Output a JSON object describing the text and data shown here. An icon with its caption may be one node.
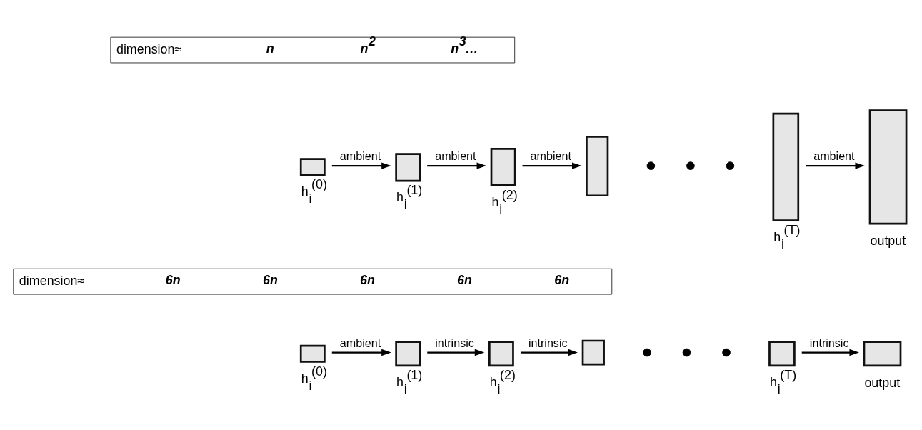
{
  "diagram": {
    "nodes": [
      {
        "text": [
          "dimension≈",
          "n",
          "n$^{2}$",
          "n$^{3}$…"
        ]
      },
      {
        "text": [],
        "shape": "box",
        "beside": [
          "h$_{i}$$^{(0)}$"
        ]
      },
      {
        "text": [],
        "shape": "box",
        "beside": [
          "h$_{i}$$^{(1)}$"
        ]
      },
      {
        "text": [],
        "shape": "box",
        "beside": [
          "h$_{i}$$^{(2)}$"
        ]
      },
      {
        "text": [],
        "shape": "box"
      },
      {
        "text": [],
        "shape": "circle"
      },
      {
        "text": [],
        "shape": "circle"
      },
      {
        "text": [],
        "shape": "circle"
      },
      {
        "text": [],
        "shape": "box",
        "beside": [
          "h$_{i}$$^{(T)}$"
        ]
      },
      {
        "text": [],
        "shape": "box",
        "beside": [
          "output"
        ]
      },
      {
        "text": [
          "dimension≈",
          "6n",
          "6n",
          "6n",
          "6n",
          "6n"
        ]
      },
      {
        "text": [],
        "shape": "box",
        "beside": [
          "h$_{i}$$^{(0)}$"
        ]
      },
      {
        "text": [],
        "shape": "box",
        "beside": [
          "h$_{i}$$^{(1)}$"
        ]
      },
      {
        "text": [],
        "shape": "box",
        "beside": [
          "h$_{i}$$^{(2)}$"
        ]
      },
      {
        "text": [],
        "shape": "box"
      },
      {
        "text": [],
        "shape": "circle"
      },
      {
        "text": [],
        "shape": "circle"
      },
      {
        "text": [],
        "shape": "circle"
      },
      {
        "text": [],
        "shape": "box",
        "beside": [
          "h$_{i}$$^{(T)}$"
        ]
      },
      {
        "text": [],
        "shape": "box",
        "beside": [
          "output"
        ]
      }
    ],
    "edges": [
      {
        "from": 1,
        "to": 2,
        "arrow": "to",
        "label": "ambient"
      },
      {
        "from": 2,
        "to": 3,
        "arrow": "to",
        "label": "ambient"
      },
      {
        "from": 3,
        "to": 4,
        "arrow": "to",
        "label": "ambient"
      },
      {
        "from": 8,
        "to": 9,
        "arrow": "to",
        "label": "ambient"
      },
      {
        "from": 11,
        "to": 12,
        "arrow": "to",
        "label": "ambient"
      },
      {
        "from": 12,
        "to": 13,
        "arrow": "to",
        "label": "intrinsic"
      },
      {
        "from": 13,
        "to": 14,
        "arrow": "to",
        "label": "intrinsic"
      },
      {
        "from": 18,
        "to": 19,
        "arrow": "to",
        "label": "intrinsic"
      }
    ]
  }
}
